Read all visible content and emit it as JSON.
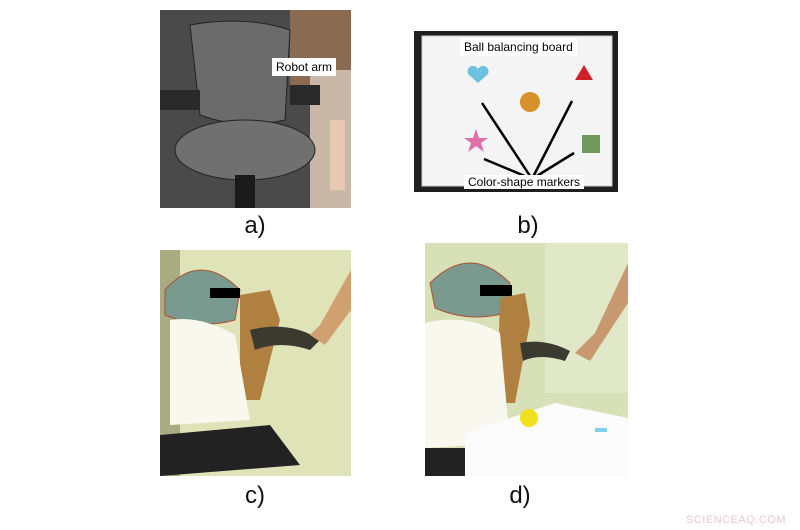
{
  "panels": {
    "a": {
      "label": "a)",
      "annotation": "Robot arm"
    },
    "b": {
      "label": "b)",
      "annotation_top": "Ball balancing board",
      "annotation_bottom": "Color-shape markers"
    },
    "c": {
      "label": "c)"
    },
    "d": {
      "label": "d)"
    }
  },
  "watermark": "SCIENCEAQ.COM"
}
